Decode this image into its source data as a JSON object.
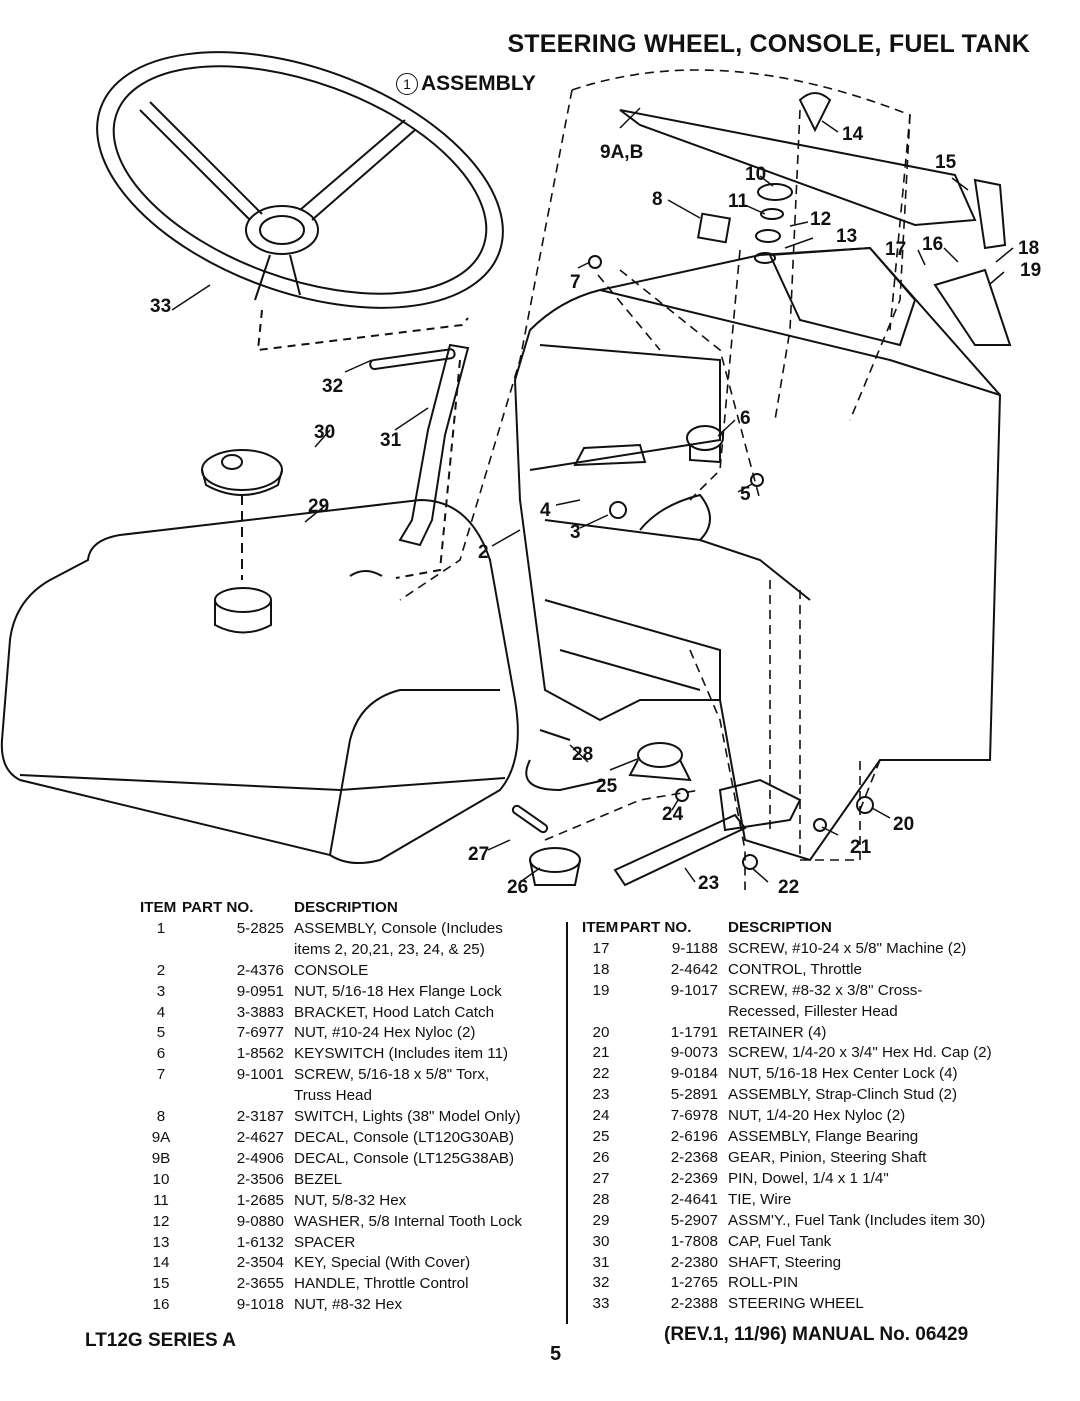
{
  "header": {
    "title": "STEERING WHEEL, CONSOLE, FUEL TANK",
    "assembly_number": "1",
    "assembly_label": "ASSEMBLY"
  },
  "diagram": {
    "callouts": [
      "9A,B",
      "14",
      "10",
      "15",
      "8",
      "11",
      "12",
      "13",
      "17",
      "16",
      "18",
      "7",
      "19",
      "33",
      "32",
      "6",
      "30",
      "31",
      "29",
      "4",
      "5",
      "3",
      "2",
      "28",
      "25",
      "24",
      "20",
      "27",
      "21",
      "26",
      "23",
      "22"
    ]
  },
  "parts_left": {
    "headers": [
      "ITEM",
      "PART NO.",
      "DESCRIPTION"
    ],
    "rows": [
      [
        "1",
        "5-2825",
        "ASSEMBLY, Console (Includes"
      ],
      [
        "",
        "",
        "items 2, 20,21, 23, 24, & 25)"
      ],
      [
        "2",
        "2-4376",
        "CONSOLE"
      ],
      [
        "3",
        "9-0951",
        "NUT, 5/16-18 Hex Flange Lock"
      ],
      [
        "4",
        "3-3883",
        "BRACKET, Hood Latch Catch"
      ],
      [
        "5",
        "7-6977",
        "NUT, #10-24 Hex Nyloc (2)"
      ],
      [
        "6",
        "1-8562",
        "KEYSWITCH (Includes item 11)"
      ],
      [
        "7",
        "9-1001",
        "SCREW, 5/16-18 x 5/8\" Torx,"
      ],
      [
        "",
        "",
        "Truss Head"
      ],
      [
        "8",
        "2-3187",
        "SWITCH, Lights (38\" Model Only)"
      ],
      [
        "9A",
        "2-4627",
        "DECAL, Console (LT120G30AB)"
      ],
      [
        "9B",
        "2-4906",
        "DECAL, Console (LT125G38AB)"
      ],
      [
        "10",
        "2-3506",
        "BEZEL"
      ],
      [
        "11",
        "1-2685",
        "NUT, 5/8-32 Hex"
      ],
      [
        "12",
        "9-0880",
        "WASHER, 5/8 Internal Tooth Lock"
      ],
      [
        "13",
        "1-6132",
        "SPACER"
      ],
      [
        "14",
        "2-3504",
        "KEY, Special (With Cover)"
      ],
      [
        "15",
        "2-3655",
        "HANDLE, Throttle Control"
      ],
      [
        "16",
        "9-1018",
        "NUT, #8-32 Hex"
      ]
    ]
  },
  "parts_right": {
    "headers": [
      "ITEM",
      "PART NO.",
      "DESCRIPTION"
    ],
    "rows": [
      [
        "17",
        "9-1188",
        "SCREW, #10-24 x 5/8\" Machine (2)"
      ],
      [
        "18",
        "2-4642",
        "CONTROL, Throttle"
      ],
      [
        "19",
        "9-1017",
        "SCREW, #8-32 x 3/8\" Cross-"
      ],
      [
        "",
        "",
        "Recessed, Fillester Head"
      ],
      [
        "20",
        "1-1791",
        "RETAINER (4)"
      ],
      [
        "21",
        "9-0073",
        "SCREW, 1/4-20 x 3/4\" Hex Hd. Cap (2)"
      ],
      [
        "22",
        "9-0184",
        "NUT, 5/16-18 Hex Center Lock (4)"
      ],
      [
        "23",
        "5-2891",
        "ASSEMBLY, Strap-Clinch Stud (2)"
      ],
      [
        "24",
        "7-6978",
        "NUT, 1/4-20 Hex Nyloc (2)"
      ],
      [
        "25",
        "2-6196",
        "ASSEMBLY, Flange Bearing"
      ],
      [
        "26",
        "2-2368",
        "GEAR, Pinion, Steering Shaft"
      ],
      [
        "27",
        "2-2369",
        "PIN, Dowel, 1/4 x 1 1/4\""
      ],
      [
        "28",
        "2-4641",
        "TIE, Wire"
      ],
      [
        "29",
        "5-2907",
        "ASSM'Y., Fuel Tank (Includes item 30)"
      ],
      [
        "30",
        "1-7808",
        "CAP, Fuel Tank"
      ],
      [
        "31",
        "2-2380",
        "SHAFT, Steering"
      ],
      [
        "32",
        "1-2765",
        "ROLL-PIN"
      ],
      [
        "33",
        "2-2388",
        "STEERING WHEEL"
      ]
    ]
  },
  "footer": {
    "series": "LT12G SERIES A",
    "revision": "(REV.1, 11/96) MANUAL No. 06429",
    "page": "5"
  }
}
